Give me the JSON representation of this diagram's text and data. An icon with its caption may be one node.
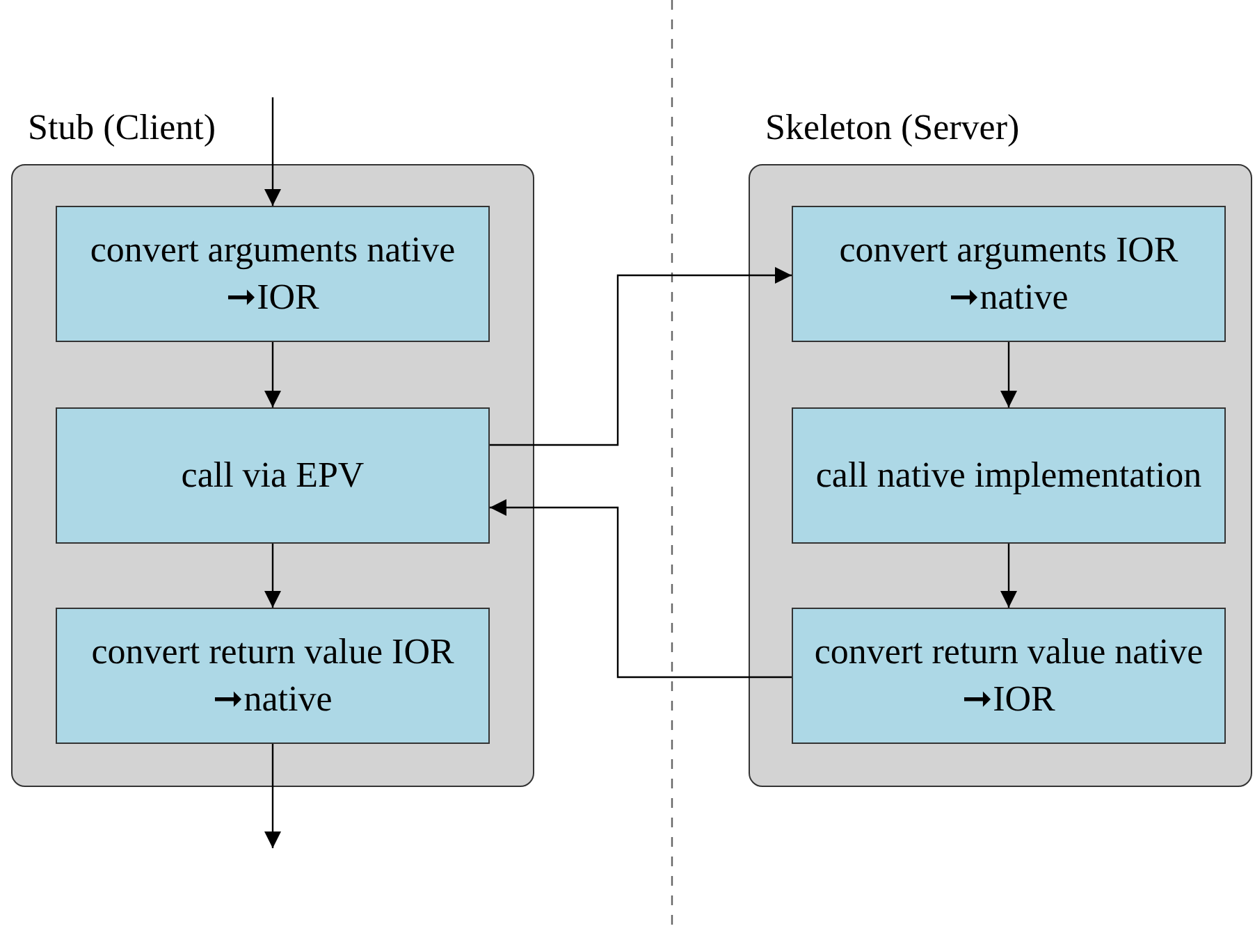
{
  "diagram": {
    "nodes": [
      {
        "text": [
          "Stub (Client)"
        ]
      },
      {
        "text": [
          "convert arguments native ➞IOR"
        ],
        "in": 0
      },
      {
        "text": [
          "call via EPV"
        ],
        "in": 0
      },
      {
        "text": [
          "convert return value IOR ➞native"
        ],
        "in": 0
      },
      {
        "text": [
          "Skeleton (Server)"
        ]
      },
      {
        "text": [
          "convert arguments IOR ➞native"
        ],
        "in": 4
      },
      {
        "text": [
          "call native implementation"
        ],
        "in": 4
      },
      {
        "text": [
          "convert return value native ➞IOR"
        ],
        "in": 4
      }
    ],
    "edges": [
      {
        "from": null,
        "to": 1,
        "arrow": "to"
      },
      {
        "from": 1,
        "to": 2,
        "arrow": "to"
      },
      {
        "from": 2,
        "to": 3,
        "arrow": "to"
      },
      {
        "from": 3,
        "to": null,
        "arrow": "to"
      },
      {
        "from": 2,
        "to": 5,
        "arrow": "to"
      },
      {
        "from": 5,
        "to": 6,
        "arrow": "to"
      },
      {
        "from": 6,
        "to": 7,
        "arrow": "to"
      },
      {
        "from": 7,
        "to": 2,
        "arrow": "to"
      }
    ]
  }
}
